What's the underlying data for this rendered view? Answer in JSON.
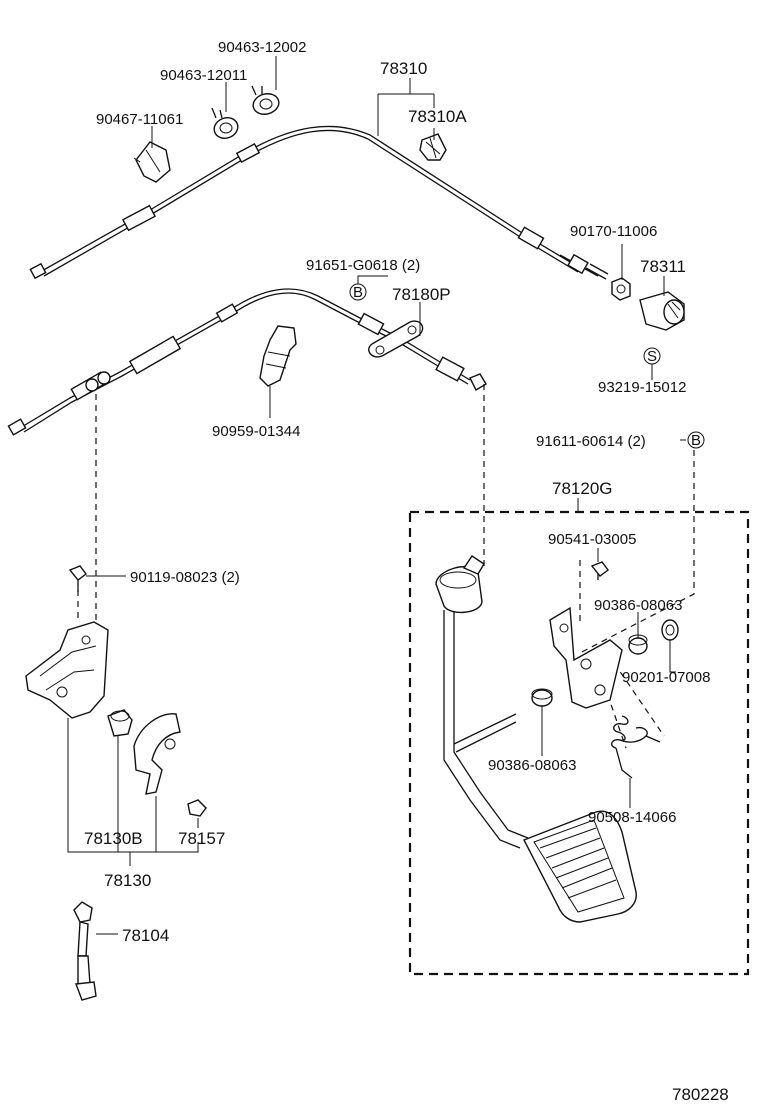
{
  "labels": {
    "p90463_12002": "90463-12002",
    "p90463_12011": "90463-12011",
    "p90467_11061": "90467-11061",
    "p78310": "78310",
    "p78310A": "78310A",
    "p90170_11006": "90170-11006",
    "p78311": "78311",
    "p91651_g0618": "91651-G0618 (2)",
    "p78180P": "78180P",
    "p93219_15012": "93219-15012",
    "p90959_01344": "90959-01344",
    "p91611_60614": "91611-60614 (2)",
    "p78120G": "78120G",
    "p90541_03005": "90541-03005",
    "p90119_08023": "90119-08023 (2)",
    "p90386_08063a": "90386-08063",
    "p90201_07008": "90201-07008",
    "p90386_08063b": "90386-08063",
    "p90508_14066": "90508-14066",
    "p78130B": "78130B",
    "p78157": "78157",
    "p78130": "78130",
    "p78104": "78104",
    "diagram_code": "780228"
  },
  "markers": {
    "b": "B",
    "s": "S"
  }
}
